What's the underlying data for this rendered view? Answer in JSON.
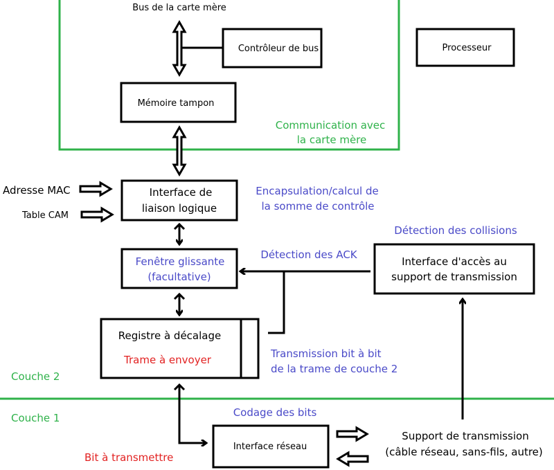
{
  "colors": {
    "green": "#2fb24a",
    "blue": "#4a4ac8",
    "red": "#e22222",
    "black": "#000000"
  },
  "labels": {
    "bus": "Bus de la carte mère",
    "bus_controller": "Contrôleur de bus",
    "processor": "Processeur",
    "buffer": "Mémoire tampon",
    "motherboard_comm_1": "Communication avec",
    "motherboard_comm_2": "la carte mère",
    "mac": "Adresse MAC",
    "cam": "Table CAM",
    "llc_1": "Interface de",
    "llc_2": "liaison logique",
    "encap_1": "Encapsulation/calcul de",
    "encap_2": "la somme de contrôle",
    "sliding_1": "Fenêtre glissante",
    "sliding_2": "(facultative)",
    "collisions": "Détection des collisions",
    "ack": "Détection des ACK",
    "mac_access_1": "Interface d'accès au",
    "mac_access_2": "support de transmission",
    "shift_register": "Registre à décalage",
    "frame": "Trame à envoyer",
    "bitwise_1": "Transmission bit à bit",
    "bitwise_2": "de la trame de couche 2",
    "layer2": "Couche 2",
    "layer1": "Couche 1",
    "bit_coding": "Codage des bits",
    "network_interface": "Interface réseau",
    "bit_to_send": "Bit à transmettre",
    "medium_1": "Support de transmission",
    "medium_2": "(câble réseau, sans-fils, autre)"
  }
}
